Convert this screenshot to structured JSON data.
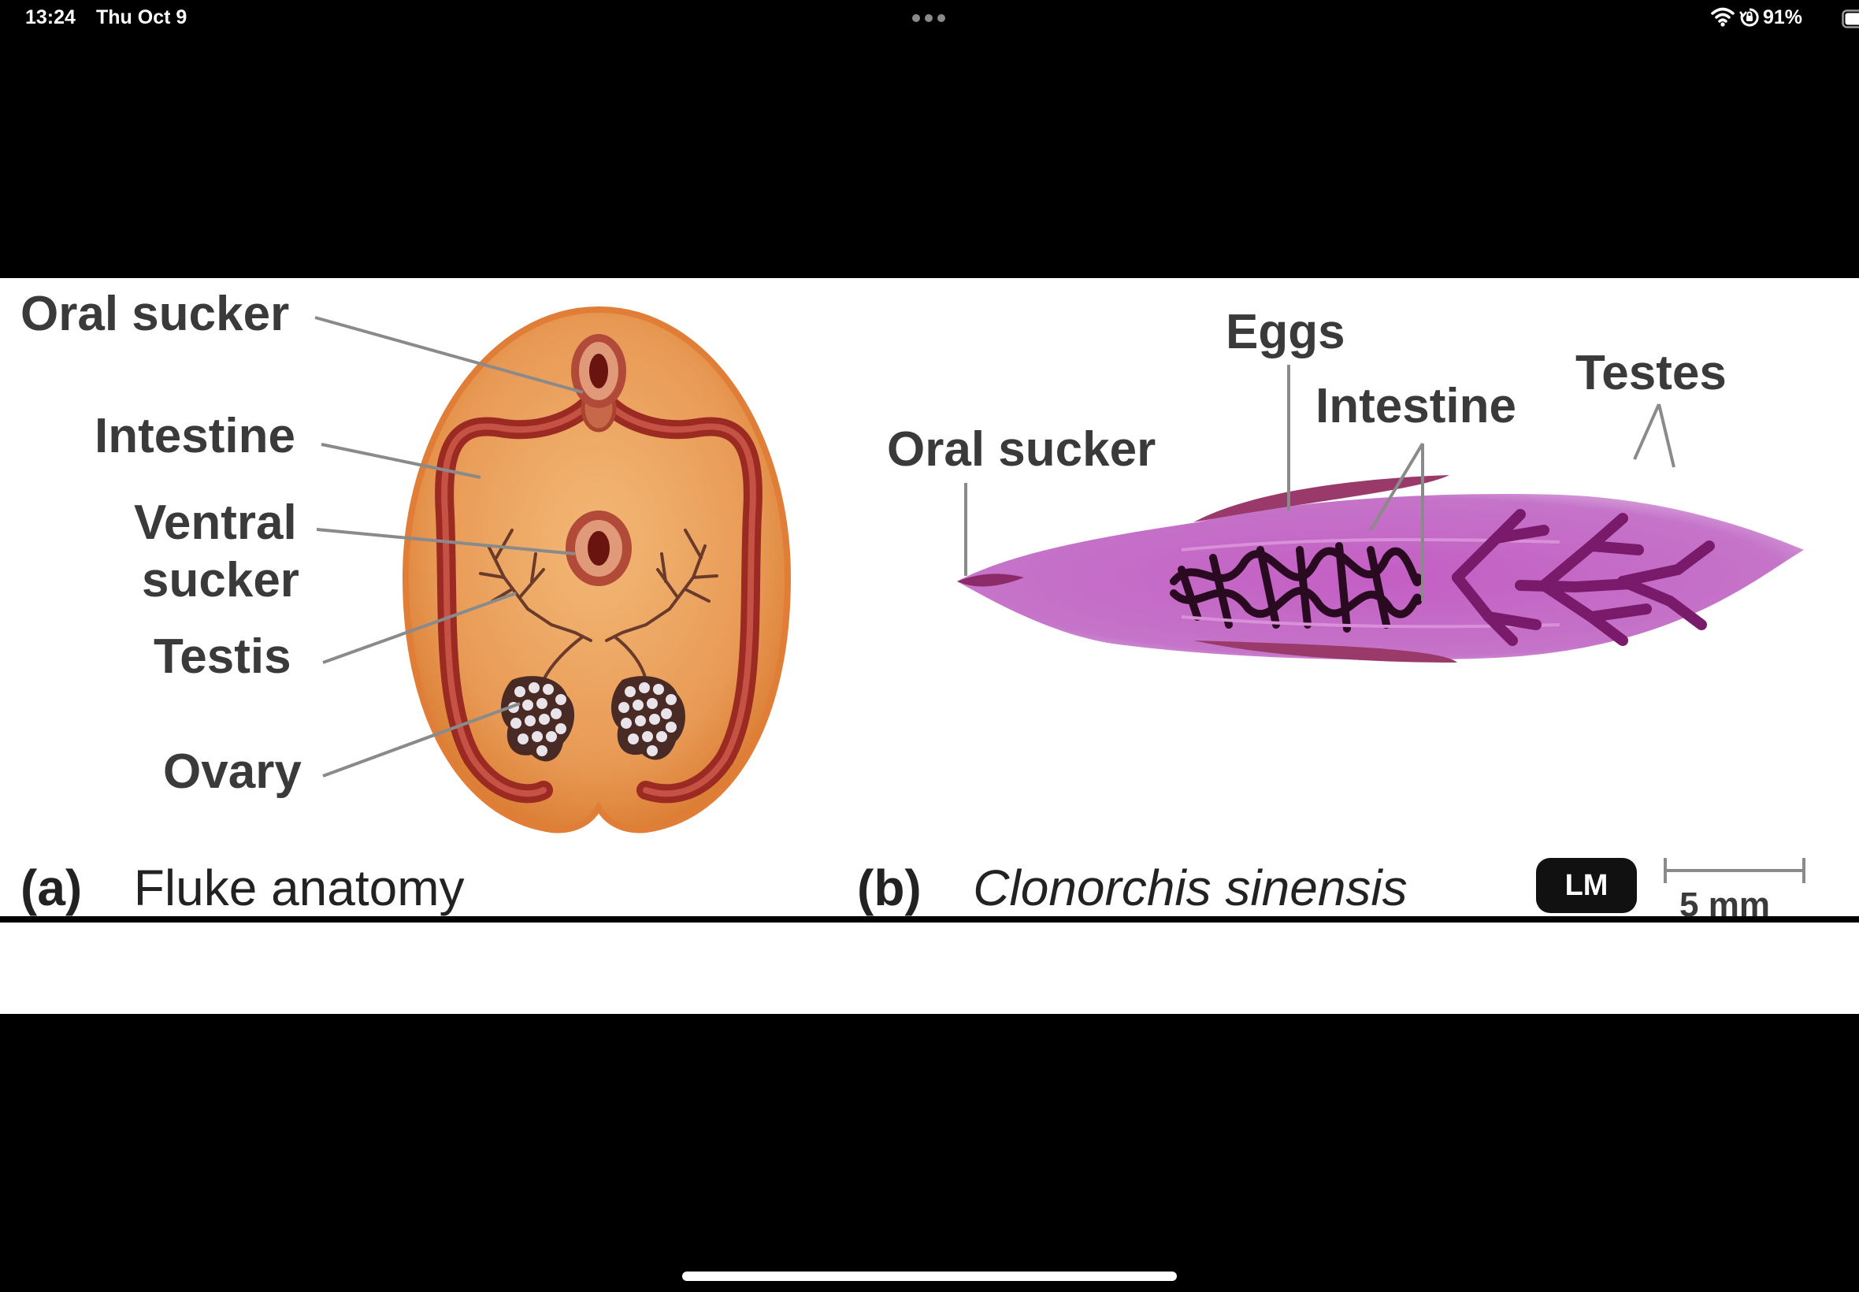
{
  "status_bar": {
    "time": "13:24",
    "date": "Thu Oct 9",
    "battery_percent": "91%",
    "battery_level": 0.91
  },
  "figure": {
    "panel_a": {
      "labels": {
        "oral_sucker": "Oral sucker",
        "intestine": "Intestine",
        "ventral_line1": "Ventral",
        "ventral_line2": "sucker",
        "testis": "Testis",
        "ovary": "Ovary"
      },
      "caption_letter": "(a)",
      "caption_text": "Fluke anatomy"
    },
    "panel_b": {
      "labels": {
        "oral_sucker": "Oral sucker",
        "eggs": "Eggs",
        "intestine": "Intestine",
        "testes": "Testes"
      },
      "caption_letter": "(b)",
      "caption_text": "Clonorchis sinensis",
      "badge": "LM",
      "scale": "5 mm"
    }
  },
  "colors": {
    "background": "#000000",
    "panel": "#ffffff",
    "fluke_body": "#e89a55",
    "fluke_edge": "#d9782e",
    "intestine": "#a83226",
    "specimen": "#b04ab0",
    "specimen_dark": "#5a1640"
  }
}
